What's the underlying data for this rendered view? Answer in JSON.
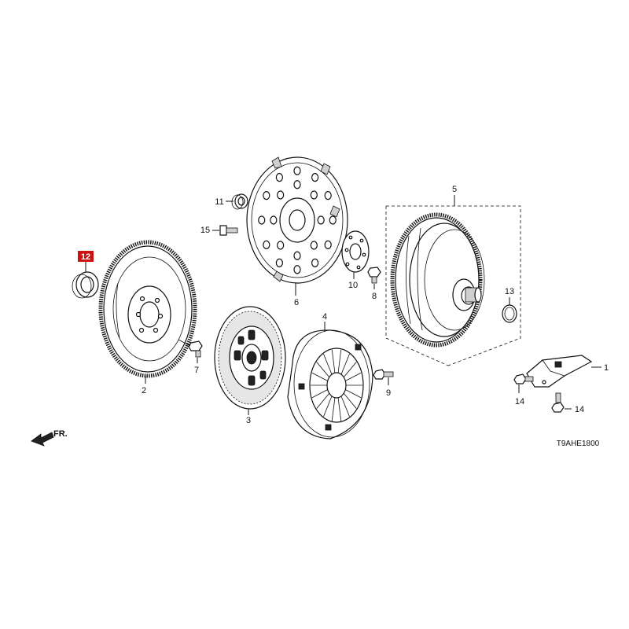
{
  "callouts": {
    "p1": "1",
    "p2": "2",
    "p3": "3",
    "p4": "4",
    "p5": "5",
    "p6": "6",
    "p7": "7",
    "p8": "8",
    "p9": "9",
    "p10": "10",
    "p11": "11",
    "p12": "12",
    "p13": "13",
    "p14a": "14",
    "p14b": "14",
    "p15": "15"
  },
  "highlighted_part": "12",
  "highlight_color": "#cc1111",
  "diagram_code": "T9AHE1800",
  "direction_label": "FR."
}
